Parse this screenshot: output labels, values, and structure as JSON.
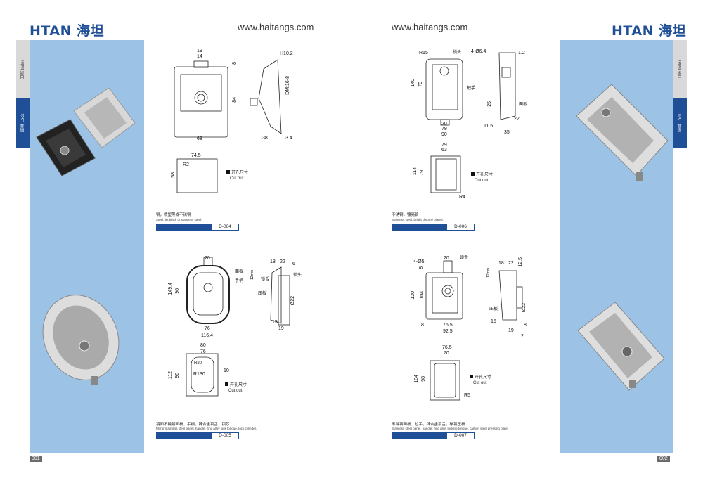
{
  "header": {
    "brand_left": "HTAN 海坦",
    "brand_right": "HTAN 海坦",
    "url_left": "www.haitangs.com",
    "url_right": "www.haitangs.com"
  },
  "tabs": {
    "index": "目录 Index",
    "lock": "锁具 Lock"
  },
  "pages": {
    "left": "001",
    "right": "002"
  },
  "cutout_label_cn": "开孔尺寸",
  "cutout_label_en": "Cut out",
  "products": [
    {
      "code": "D-004",
      "caption_cn": "钢，喷塑黑或不锈钢",
      "caption_en": "Steel, jet black or stainless steel.",
      "dims": [
        "19",
        "14",
        "8",
        "84",
        "68",
        "H10.2",
        "DM:16-8",
        "38",
        "3.4",
        "74.5",
        "R2",
        "58"
      ]
    },
    {
      "code": "D-006",
      "caption_cn": "不锈钢，镀亮铬",
      "caption_en": "Stainless steel, bright chrome plated.",
      "dims": [
        "R15",
        "锁头",
        "4-Ø6.4",
        "1.2",
        "140",
        "79",
        "把手",
        "面板",
        "25",
        "22",
        "11.5",
        "20",
        "79",
        "90",
        "35",
        "79",
        "63",
        "114",
        "79",
        "R4"
      ]
    },
    {
      "code": "D-005",
      "caption_cn": "镜面不锈钢面板、手柄，锌合金锁舌、锁芯",
      "caption_en": "Mirror stainless steel panel, handle, zinc alloy lock tongue, lock cylinder.",
      "dims": [
        "20",
        "149.4",
        "96",
        "面板",
        "手柄",
        "18",
        "22",
        "6",
        "12mm",
        "锁舌",
        "锁头",
        "压板",
        "Ø22",
        "15",
        "19",
        "76",
        "116.4",
        "80",
        "76",
        "R20",
        "R130",
        "10",
        "112",
        "96"
      ]
    },
    {
      "code": "D-007",
      "caption_cn": "不锈钢面板、拉手，锌合金锁舌，碳钢压板",
      "caption_en": "Stainless steel panel, handle, zinc alloy locking tongue, carbon steel pressing plate.",
      "dims": [
        "4-Ø5",
        "20",
        "锁舌",
        "8",
        "120",
        "104",
        "8",
        "76.5",
        "92.5",
        "18",
        "22",
        "12.5",
        "12mm",
        "压板",
        "Ø22",
        "15",
        "8",
        "19",
        "2",
        "76.5",
        "70",
        "104",
        "98",
        "R5"
      ]
    }
  ],
  "colors": {
    "brand": "#1f4f96",
    "panel": "#9cc3e6"
  }
}
